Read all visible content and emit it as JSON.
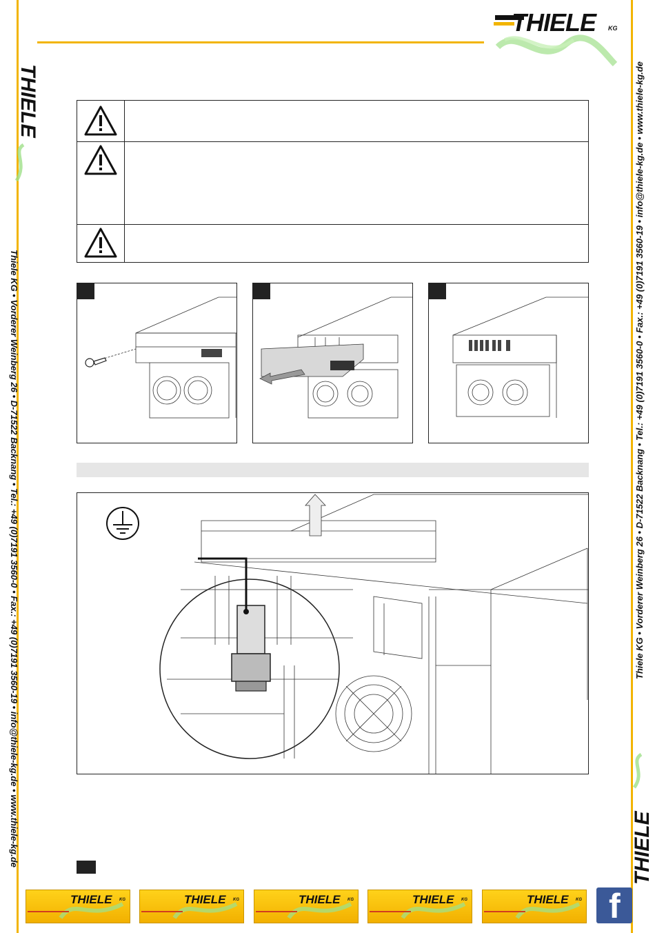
{
  "brand": {
    "logo_text": "THIELE",
    "logo_suffix": "KG",
    "accent_color": "#f2b400",
    "swoosh_color": "#7fd36a"
  },
  "side_contact": {
    "text": "Thiele KG • Vorderer Weinberg 26 • D-71522 Backnang • Tel.: +49 (0)7191 3560-0 • Fax.: +49 (0)7191 3560-19 • info@thiele-kg.de • www.thiele-kg.de"
  },
  "warnings": {
    "icons": [
      "warning-triangle",
      "warning-triangle",
      "warning-triangle"
    ]
  },
  "steps": {
    "count": 3,
    "images": [
      "key-unlocking-cover",
      "removing-cover",
      "cover-removed"
    ]
  },
  "ground_detail": {
    "symbol": "protective-earth",
    "image": "ground-bolt-detail"
  },
  "footer": {
    "banners": [
      "THIELE",
      "THIELE",
      "THIELE",
      "THIELE",
      "THIELE"
    ],
    "banner_suffix": "KG",
    "social_icon": "facebook-icon",
    "social_glyph": "f",
    "social_color": "#3b5998"
  }
}
